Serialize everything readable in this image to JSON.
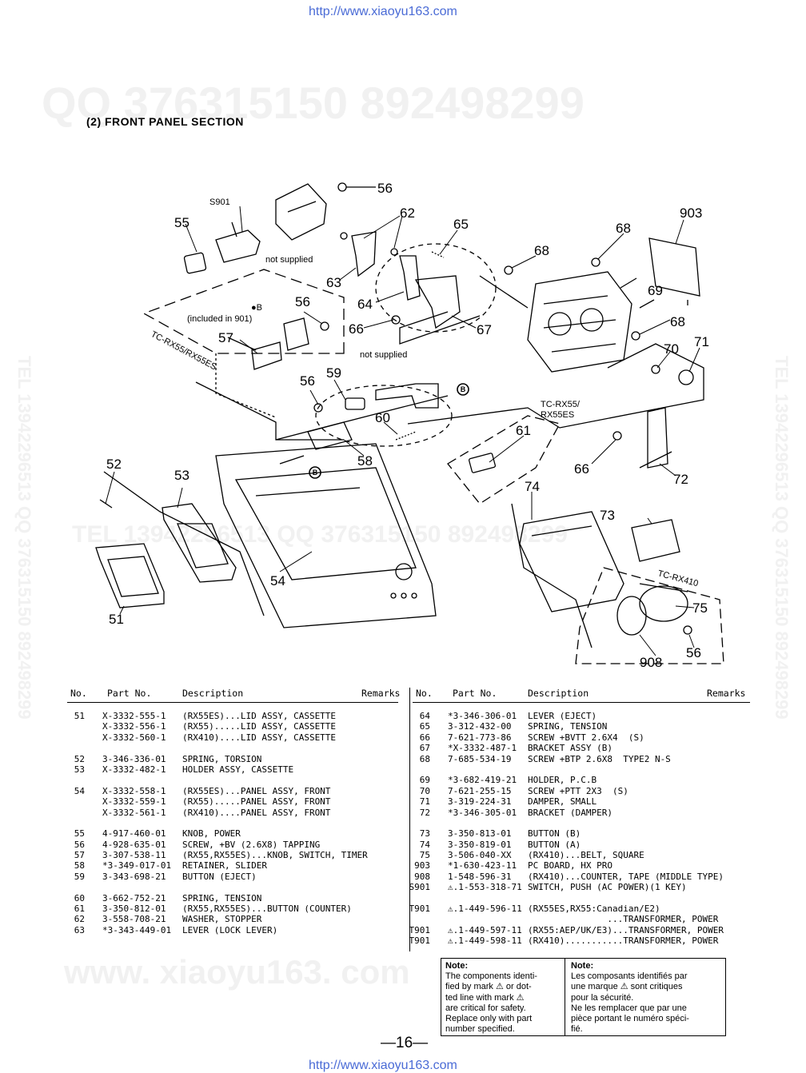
{
  "header_url": "http://www.xiaoyu163.com",
  "footer_url": "http://www.xiaoyu163.com",
  "watermarks": {
    "top": "QQ 376315150  892498299",
    "middle": "TEL 13942296513 QQ 376315150 892498299",
    "bottom": "www. xiaoyu163. com",
    "side_left": "TEL 13942296513 QQ 376315150 892498299",
    "side_right": "TEL 13942296513 QQ 376315150 892498299"
  },
  "section_title": "(2) FRONT PANEL SECTION",
  "diagram_labels": {
    "s901": "S901",
    "not_supplied_1": "not supplied",
    "not_supplied_2": "not supplied",
    "included": "(included in 901)",
    "b_marker": "●B",
    "model_1": "TC-RX55/RX55ES",
    "model_2a": "TC-RX55/",
    "model_2b": "RX55ES",
    "model_3": "TC-RX410",
    "b_circle": "B",
    "callouts": [
      "56",
      "62",
      "65",
      "903",
      "55",
      "68",
      "68",
      "63",
      "69",
      "64",
      "56",
      "66",
      "67",
      "68",
      "57",
      "70",
      "71",
      "59",
      "56",
      "60",
      "61",
      "66",
      "72",
      "52",
      "53",
      "58",
      "74",
      "73",
      "54",
      "75",
      "51",
      "56",
      "908"
    ]
  },
  "table": {
    "headers": {
      "no": "No.",
      "part": "Part No.",
      "desc": "Description",
      "remarks": "Remarks"
    },
    "left_rows": [
      {
        "no": "51",
        "part": "X-3332-555-1",
        "desc": "(RX55ES)...LID ASSY, CASSETTE"
      },
      {
        "no": "",
        "part": "X-3332-556-1",
        "desc": "(RX55).....LID ASSY, CASSETTE"
      },
      {
        "no": "",
        "part": "X-3332-560-1",
        "desc": "(RX410)....LID ASSY, CASSETTE"
      },
      {
        "no": "",
        "part": "",
        "desc": ""
      },
      {
        "no": "52",
        "part": "3-346-336-01",
        "desc": "SPRING, TORSION"
      },
      {
        "no": "53",
        "part": "X-3332-482-1",
        "desc": "HOLDER ASSY, CASSETTE"
      },
      {
        "no": "",
        "part": "",
        "desc": ""
      },
      {
        "no": "54",
        "part": "X-3332-558-1",
        "desc": "(RX55ES)...PANEL ASSY, FRONT"
      },
      {
        "no": "",
        "part": "X-3332-559-1",
        "desc": "(RX55).....PANEL ASSY, FRONT"
      },
      {
        "no": "",
        "part": "X-3332-561-1",
        "desc": "(RX410)....PANEL ASSY, FRONT"
      },
      {
        "no": "",
        "part": "",
        "desc": ""
      },
      {
        "no": "55",
        "part": "4-917-460-01",
        "desc": "KNOB, POWER"
      },
      {
        "no": "56",
        "part": "4-928-635-01",
        "desc": "SCREW, +BV (2.6X8) TAPPING"
      },
      {
        "no": "57",
        "part": "3-307-538-11",
        "desc": "(RX55,RX55ES)...KNOB, SWITCH, TIMER"
      },
      {
        "no": "58",
        "part": "*3-349-017-01",
        "desc": "RETAINER, SLIDER"
      },
      {
        "no": "59",
        "part": "3-343-698-21",
        "desc": "BUTTON (EJECT)"
      },
      {
        "no": "",
        "part": "",
        "desc": ""
      },
      {
        "no": "60",
        "part": "3-662-752-21",
        "desc": "SPRING, TENSION"
      },
      {
        "no": "61",
        "part": "3-350-812-01",
        "desc": "(RX55,RX55ES)...BUTTON (COUNTER)"
      },
      {
        "no": "62",
        "part": "3-558-708-21",
        "desc": "WASHER, STOPPER"
      },
      {
        "no": "63",
        "part": "*3-343-449-01",
        "desc": "LEVER (LOCK LEVER)"
      }
    ],
    "right_rows": [
      {
        "no": "64",
        "part": "*3-346-306-01",
        "desc": "LEVER (EJECT)"
      },
      {
        "no": "65",
        "part": "3-312-432-00",
        "desc": "SPRING, TENSION"
      },
      {
        "no": "66",
        "part": "7-621-773-86",
        "desc": "SCREW +BVTT 2.6X4  (S)"
      },
      {
        "no": "67",
        "part": "*X-3332-487-1",
        "desc": "BRACKET ASSY (B)"
      },
      {
        "no": "68",
        "part": "7-685-534-19",
        "desc": "SCREW +BTP 2.6X8  TYPE2 N-S"
      },
      {
        "no": "",
        "part": "",
        "desc": ""
      },
      {
        "no": "69",
        "part": "*3-682-419-21",
        "desc": "HOLDER, P.C.B"
      },
      {
        "no": "70",
        "part": "7-621-255-15",
        "desc": "SCREW +PTT 2X3  (S)"
      },
      {
        "no": "71",
        "part": "3-319-224-31",
        "desc": "DAMPER, SMALL"
      },
      {
        "no": "72",
        "part": "*3-346-305-01",
        "desc": "BRACKET (DAMPER)"
      },
      {
        "no": "",
        "part": "",
        "desc": ""
      },
      {
        "no": "73",
        "part": "3-350-813-01",
        "desc": "BUTTON (B)"
      },
      {
        "no": "74",
        "part": "3-350-819-01",
        "desc": "BUTTON (A)"
      },
      {
        "no": "75",
        "part": "3-506-040-XX",
        "desc": "(RX410)...BELT, SQUARE"
      },
      {
        "no": "903",
        "part": "*1-630-423-11",
        "desc": "PC BOARD, HX PRO"
      },
      {
        "no": "908",
        "part": "1-548-596-31",
        "desc": "(RX410)...COUNTER, TAPE (MIDDLE TYPE)"
      },
      {
        "no": "S901",
        "part": "⚠.1-553-318-71",
        "desc": "SWITCH, PUSH (AC POWER)(1 KEY)"
      },
      {
        "no": "",
        "part": "",
        "desc": ""
      },
      {
        "no": "T901",
        "part": "⚠.1-449-596-11",
        "desc": "(RX55ES,RX55:Canadian/E2)"
      },
      {
        "no": "",
        "part": "",
        "desc": "               ...TRANSFORMER, POWER"
      },
      {
        "no": "T901",
        "part": "⚠.1-449-597-11",
        "desc": "(RX55:AEP/UK/E3)...TRANSFORMER, POWER"
      },
      {
        "no": "T901",
        "part": "⚠.1-449-598-11",
        "desc": "(RX410)...........TRANSFORMER, POWER"
      }
    ]
  },
  "note_en": {
    "title": "Note:",
    "l1": "The components identi-",
    "l2": "fied by mark ⚠ or dot-",
    "l3": "ted line with mark ⚠",
    "l4": "are critical for safety.",
    "l5": "Replace only with part",
    "l6": "number specified."
  },
  "note_fr": {
    "title": "Note:",
    "l1": "Les composants identifiés par",
    "l2": "une marque ⚠ sont critiques",
    "l3": "pour la sécurité.",
    "l4": "Ne les remplacer que par une",
    "l5": "pièce portant le numéro spéci-",
    "l6": "fié."
  },
  "page_number": "—16—"
}
